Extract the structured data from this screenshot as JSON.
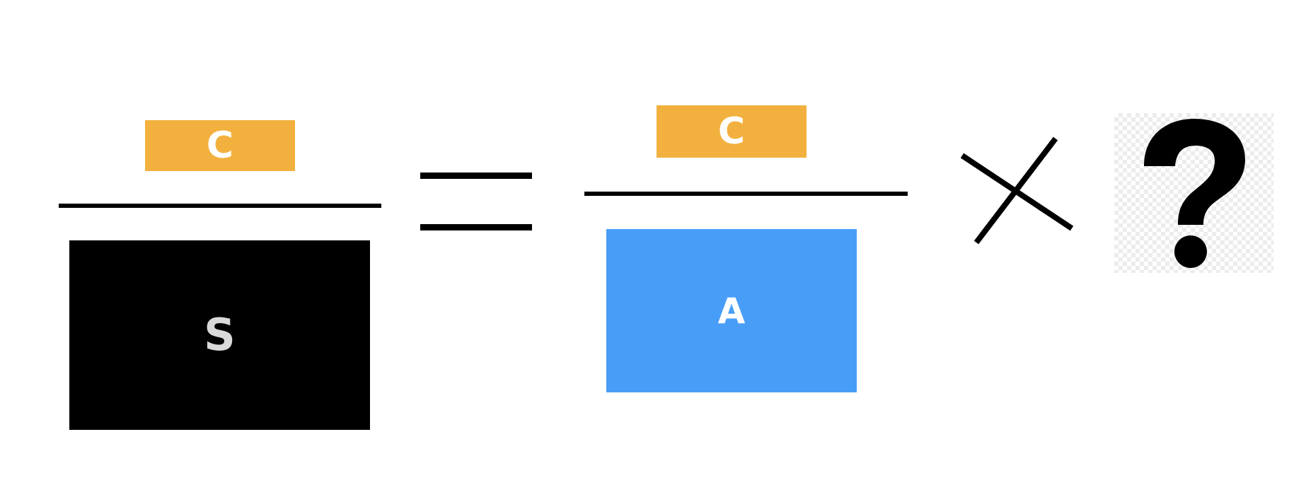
{
  "equation": {
    "left": {
      "numerator": {
        "label": "C",
        "color": "#F2B13F"
      },
      "denominator": {
        "label": "S",
        "color": "#000000",
        "text_color": "#D9D9D9"
      }
    },
    "equals_symbol": "=",
    "right": {
      "numerator": {
        "label": "C",
        "color": "#F2B13F"
      },
      "denominator": {
        "label": "A",
        "color": "#489EF7"
      }
    },
    "operator_symbol": "×",
    "unknown": {
      "glyph": "?",
      "icon": "question-mark-icon"
    }
  }
}
